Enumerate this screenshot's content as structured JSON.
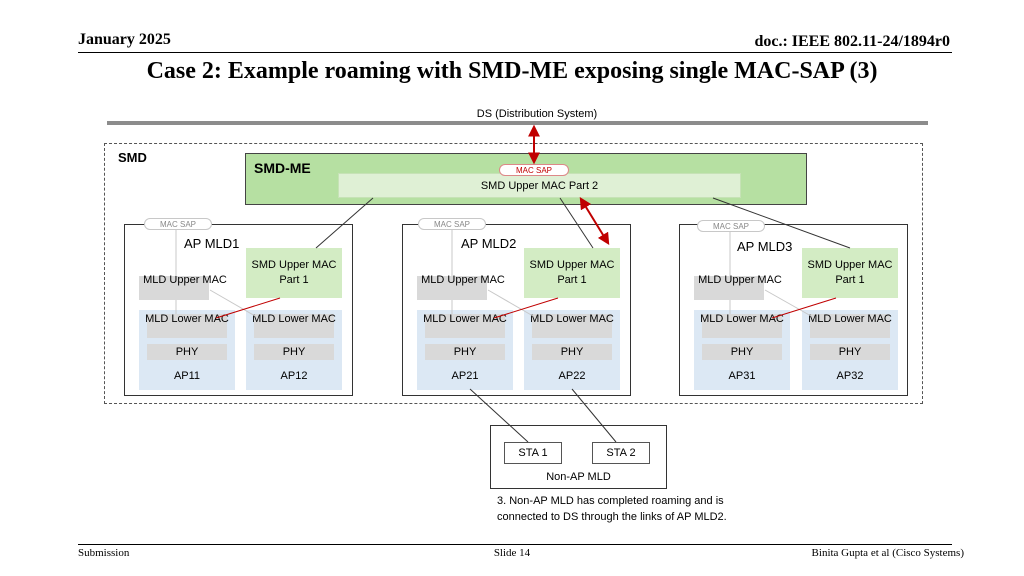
{
  "header": {
    "date": "January 2025",
    "doc_id": "doc.: IEEE 802.11-24/1894r0",
    "title": "Case 2: Example roaming with SMD-ME exposing single MAC-SAP (3)"
  },
  "footer": {
    "left": "Submission",
    "center": "Slide 14",
    "right": "Binita Gupta et al (Cisco Systems)"
  },
  "diagram": {
    "ds_label": "DS (Distribution System)",
    "smd_label": "SMD",
    "smd_me": {
      "label": "SMD-ME",
      "mac_sap": "MAC SAP",
      "upper_mac": "SMD Upper MAC Part 2"
    },
    "mld_groups": [
      {
        "title": "AP MLD1",
        "mac_sap": "MAC SAP",
        "smd_upper": "SMD Upper MAC Part 1",
        "mld_upper": "MLD  Upper MAC",
        "aps": [
          {
            "lower": "MLD Lower MAC",
            "phy": "PHY",
            "name": "AP11"
          },
          {
            "lower": "MLD Lower MAC",
            "phy": "PHY",
            "name": "AP12"
          }
        ]
      },
      {
        "title": "AP MLD2",
        "mac_sap": "MAC SAP",
        "smd_upper": "SMD Upper MAC Part 1",
        "mld_upper": "MLD  Upper MAC",
        "aps": [
          {
            "lower": "MLD Lower MAC",
            "phy": "PHY",
            "name": "AP21"
          },
          {
            "lower": "MLD Lower MAC",
            "phy": "PHY",
            "name": "AP22"
          }
        ]
      },
      {
        "title": "AP MLD3",
        "mac_sap": "MAC SAP",
        "smd_upper": "SMD Upper MAC Part 1",
        "mld_upper": "MLD  Upper MAC",
        "aps": [
          {
            "lower": "MLD Lower MAC",
            "phy": "PHY",
            "name": "AP31"
          },
          {
            "lower": "MLD Lower MAC",
            "phy": "PHY",
            "name": "AP32"
          }
        ]
      }
    ],
    "non_ap_mld": {
      "label": "Non-AP MLD",
      "stations": [
        "STA 1",
        "STA 2"
      ]
    },
    "note": "3. Non-AP MLD has completed roaming and is connected to DS through the links of AP MLD2.",
    "colors": {
      "smd_me_fill": "#b6e0a2",
      "smd_upper_fill": "#d3ecc4",
      "ap_fill": "#dce8f4",
      "mac_block_fill": "#d9d9d9",
      "arrow_red": "#c00000",
      "ds_bar": "#8c8c8c"
    }
  }
}
